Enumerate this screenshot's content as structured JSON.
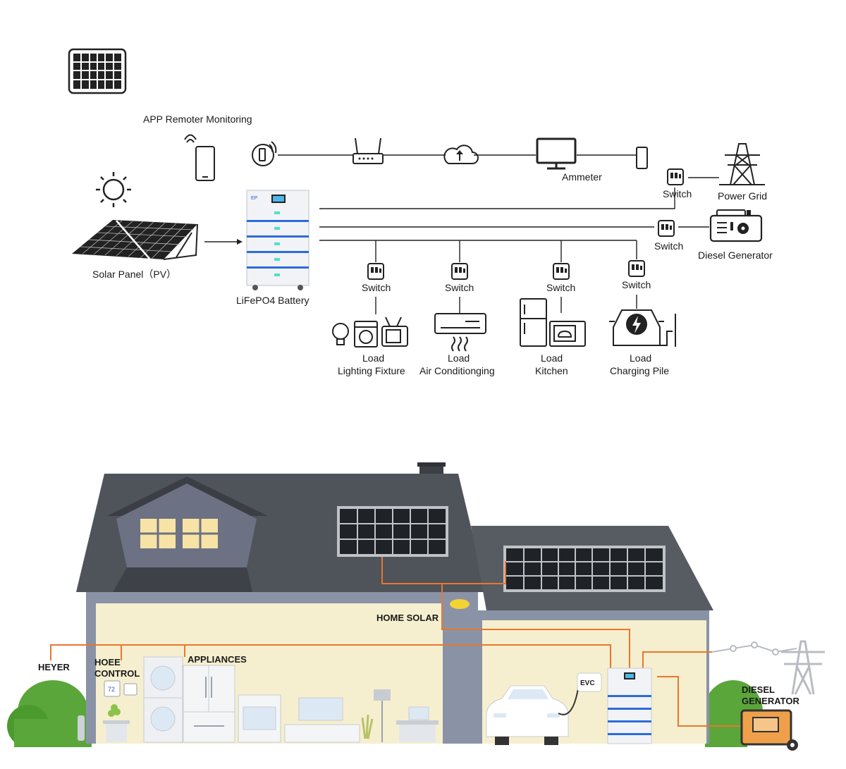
{
  "top": {
    "app_label": "APP Remoter Monitoring",
    "ammeter_label": "Ammeter",
    "solar_label": "Solar Panel（PV）",
    "battery_label": "LiFePO4 Battery",
    "grid_switch": "Switch",
    "grid_label": "Power Grid",
    "gen_switch": "Switch",
    "gen_label": "Diesel Generator",
    "loads": [
      {
        "switch": "Switch",
        "line1": "Load",
        "line2": "Lighting Fixture"
      },
      {
        "switch": "Switch",
        "line1": "Load",
        "line2": "Air Conditionging"
      },
      {
        "switch": "Switch",
        "line1": "Load",
        "line2": "Kitchen"
      },
      {
        "switch": "Switch",
        "line1": "Load",
        "line2": "Charging Pile"
      }
    ]
  },
  "house": {
    "home_solar": "HOME SOLAR",
    "heyer": "HEYER",
    "hoee_line1": "HOEE",
    "hoee_line2": "CONTROL",
    "appliances": "APPLIANCES",
    "evc": "EVC",
    "diesel_line1": "DIESEL",
    "diesel_line2": "GENERATOR",
    "thermostat_value": "72"
  },
  "colors": {
    "wire": "#e8772e",
    "roof": "#4f535a",
    "wall": "#f6efcf",
    "tree": "#5aa63a"
  }
}
